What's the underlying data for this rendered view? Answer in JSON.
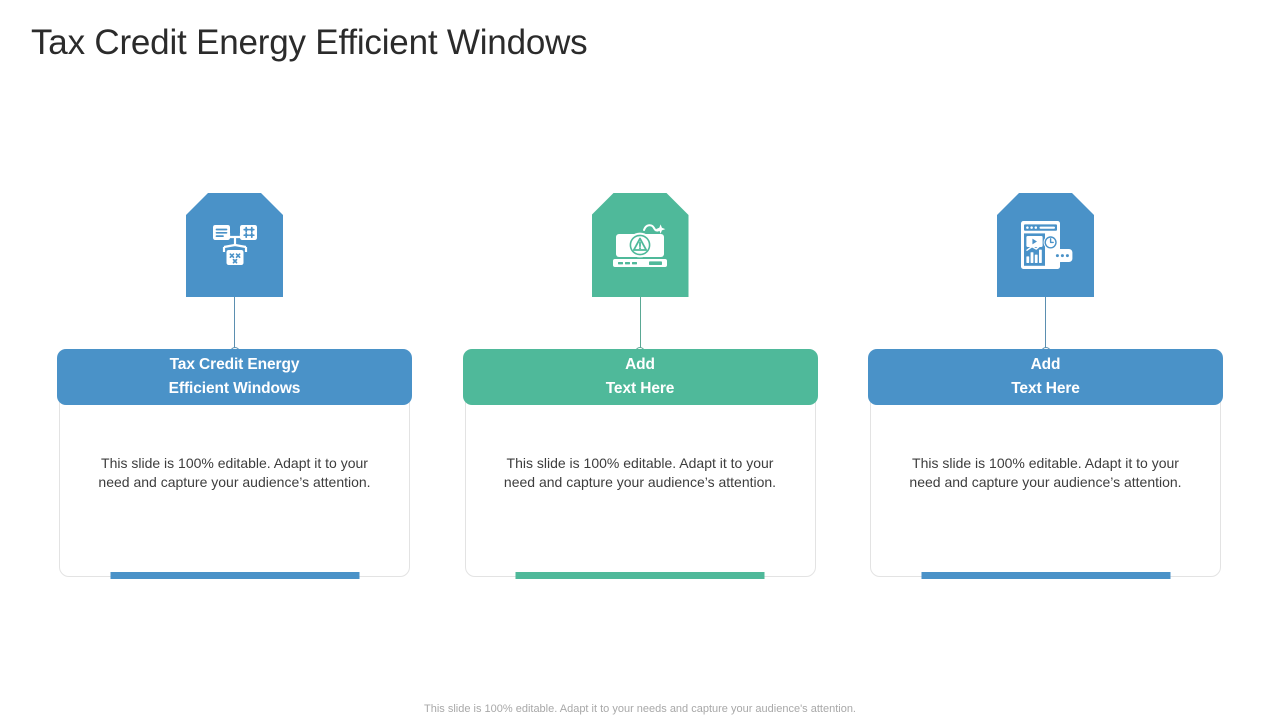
{
  "slide": {
    "title": "Tax Credit Energy Efficient Windows",
    "footer_note": "This slide is 100% editable. Adapt it to your needs and capture your audience's attention.",
    "colors": {
      "blue": "#4a92c8",
      "green": "#4fb99a",
      "title_text": "#2b2b2b",
      "body_text": "#3d3d3d",
      "footer_text": "#a8a8a8",
      "card_border": "#e3e3e3"
    }
  },
  "columns": [
    {
      "icon_name": "flowchart-calculator-icon",
      "accent": "blue",
      "header": {
        "line1": "Tax Credit Energy",
        "line2": "Efficient Windows"
      },
      "body": "This slide is 100% editable. Adapt it to your need and capture your audience’s attention."
    },
    {
      "icon_name": "monitor-bomb-alert-icon",
      "accent": "green",
      "header": {
        "line1": "Add",
        "line2": "Text Here"
      },
      "body": "This slide is 100% editable. Adapt it to your need and capture your audience’s attention."
    },
    {
      "icon_name": "browser-media-chat-icon",
      "accent": "blue",
      "header": {
        "line1": "Add",
        "line2": "Text Here"
      },
      "body": "This slide is 100% editable. Adapt it to your need and capture your audience’s attention."
    }
  ]
}
